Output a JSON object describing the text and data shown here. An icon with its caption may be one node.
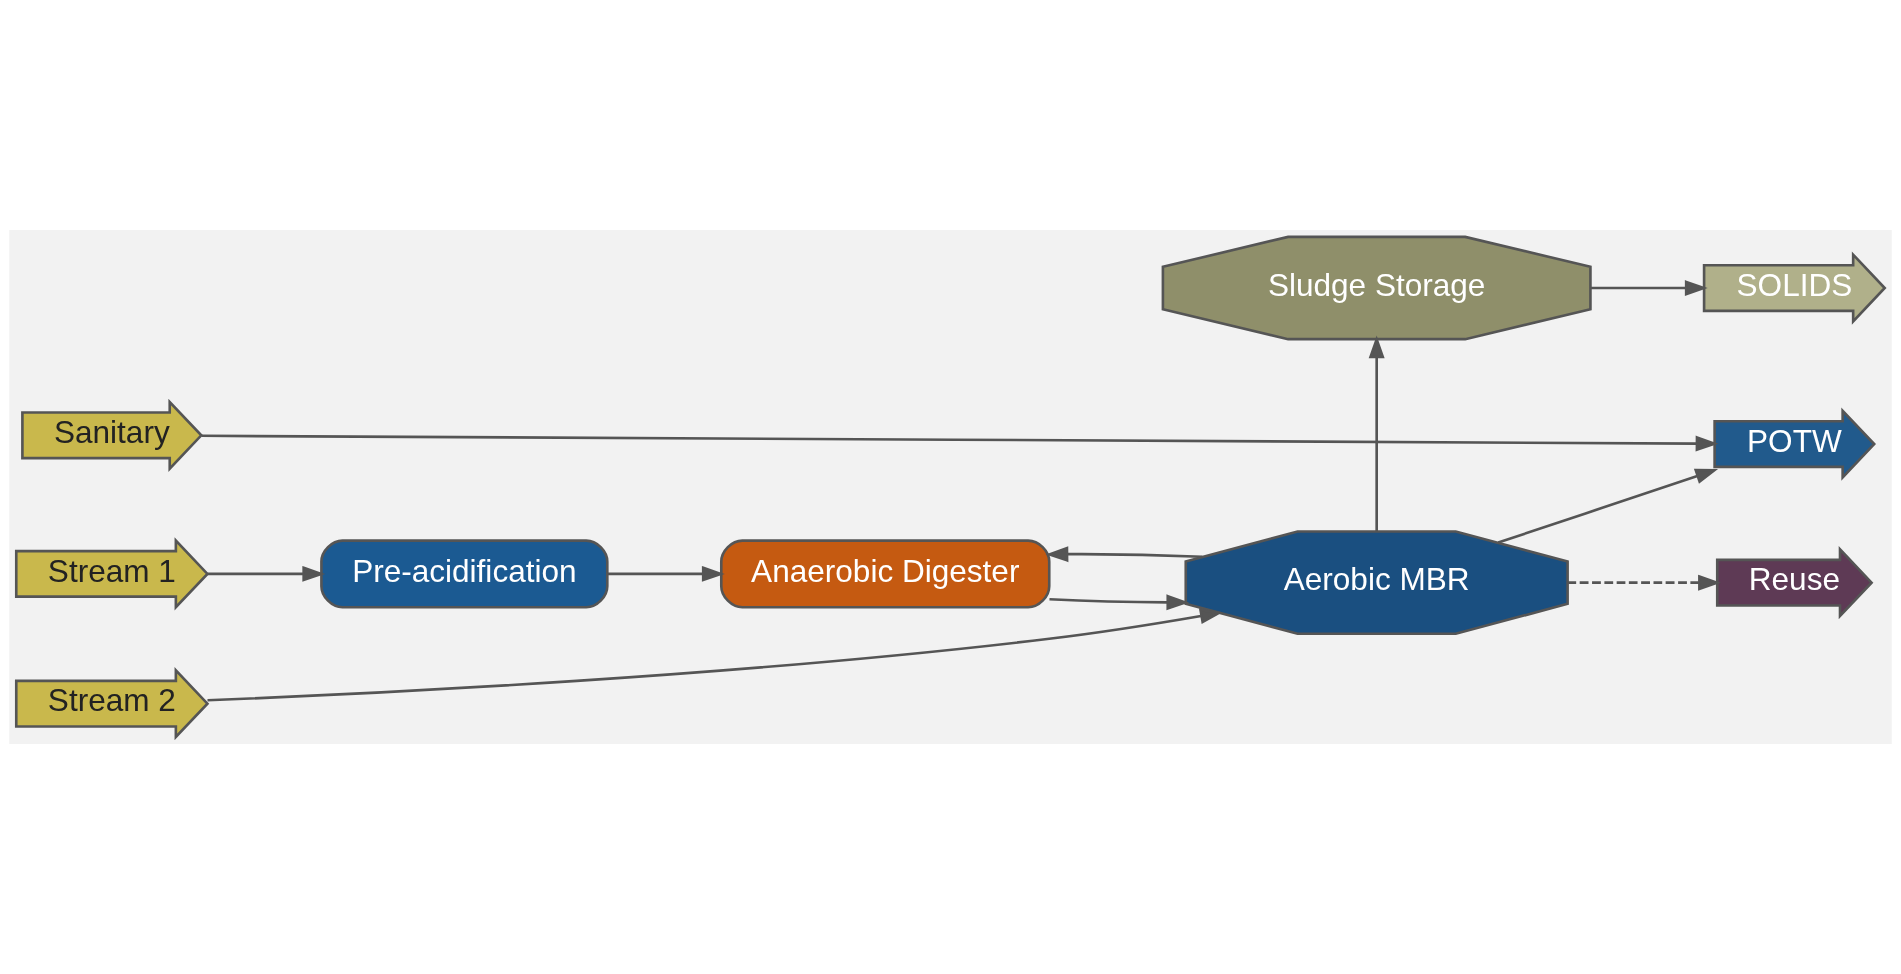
{
  "diagram": {
    "nodes": [
      {
        "text": [
          "Stream 1"
        ]
      },
      {
        "text": [
          "Pre-acidification"
        ]
      },
      {
        "text": [
          "Anaerobic Digester"
        ]
      },
      {
        "text": [
          "Stream 2"
        ]
      },
      {
        "text": [
          "Aerobic MBR"
        ]
      },
      {
        "text": [
          "Reuse"
        ]
      },
      {
        "text": [
          "Sanitary"
        ]
      },
      {
        "text": [
          "POTW"
        ]
      },
      {
        "text": [
          "Sludge Storage"
        ]
      },
      {
        "text": [
          "SOLIDS"
        ]
      }
    ],
    "edges": [
      {
        "from": 0,
        "to": 1,
        "arrow": "to"
      },
      {
        "from": 1,
        "to": 2,
        "arrow": "to"
      },
      {
        "from": 2,
        "to": 4,
        "arrow": "to"
      },
      {
        "from": 3,
        "to": 4,
        "arrow": "to"
      },
      {
        "from": 4,
        "to": 2,
        "arrow": "to"
      },
      {
        "from": 4,
        "to": 8,
        "arrow": "to"
      },
      {
        "from": 4,
        "to": 5,
        "arrow": "to",
        "style": "dashed"
      },
      {
        "from": 4,
        "to": 7,
        "arrow": "to"
      },
      {
        "from": 6,
        "to": 7,
        "arrow": "to"
      },
      {
        "from": 8,
        "to": 9,
        "arrow": "to"
      }
    ]
  }
}
